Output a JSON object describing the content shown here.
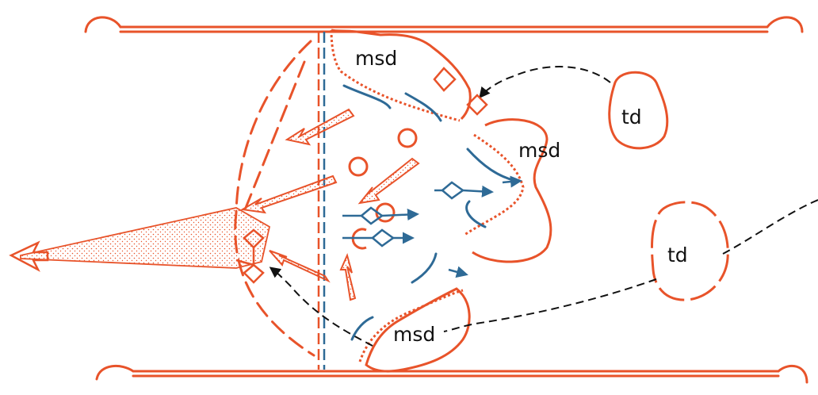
{
  "labels": {
    "msd_top": "msd",
    "msd_middle": "msd",
    "msd_bottom": "msd",
    "td_upper": "td",
    "td_lower": "td"
  },
  "colors": {
    "orange": "#e8532a",
    "blue": "#2e6a96",
    "ink": "#111111",
    "background": "#ffffff"
  }
}
